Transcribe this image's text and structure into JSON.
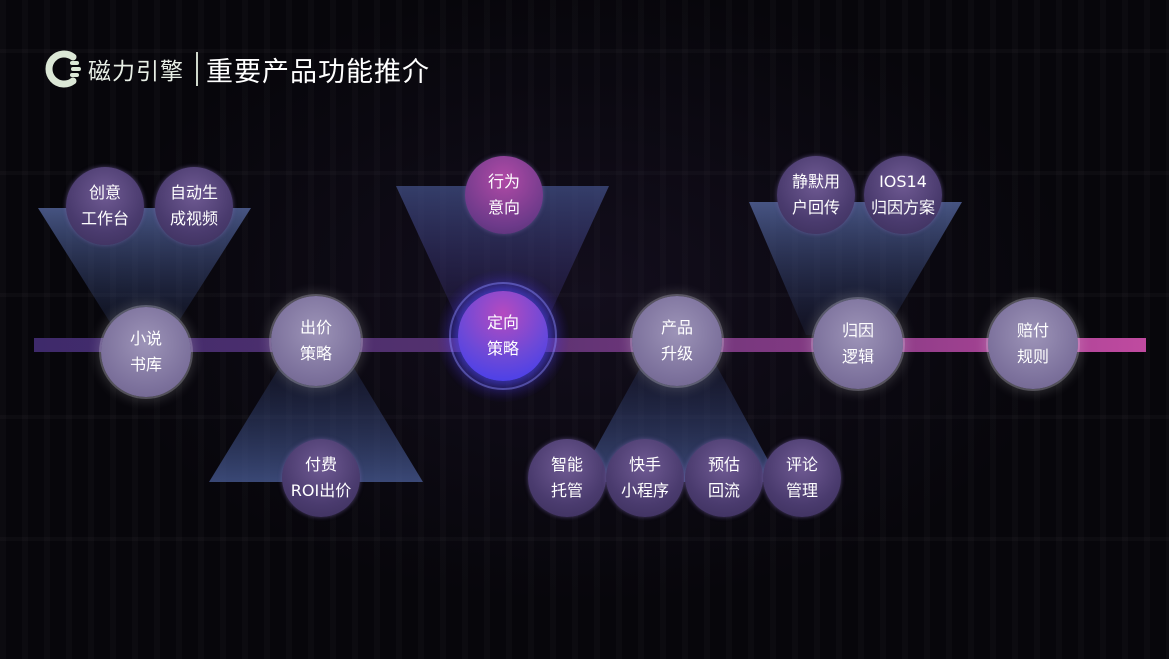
{
  "header": {
    "brand": "磁力引擎",
    "title": "重要产品功能推介",
    "logo_icon": "magnet-c-logo-icon",
    "logo_color": "#dbe7d6"
  },
  "colors": {
    "timeline_start": "#3e2a6b",
    "timeline_end": "#c04aa0",
    "node_main": "#7c719c",
    "node_sub": "#4a3b6e",
    "center_node": "#3b3cf0"
  },
  "groups": [
    {
      "main": {
        "lines": [
          "小说",
          "书库"
        ]
      },
      "subs": [
        {
          "lines": [
            "创意",
            "工作台"
          ]
        },
        {
          "lines": [
            "自动生",
            "成视频"
          ]
        }
      ]
    },
    {
      "main": {
        "lines": [
          "出价",
          "策略"
        ]
      },
      "subs": [
        {
          "lines": [
            "付费",
            "ROI出价"
          ]
        }
      ]
    },
    {
      "main": {
        "lines": [
          "定向",
          "策略"
        ]
      },
      "subs": [
        {
          "lines": [
            "行为",
            "意向"
          ]
        }
      ]
    },
    {
      "main": {
        "lines": [
          "产品",
          "升级"
        ]
      },
      "subs": [
        {
          "lines": [
            "智能",
            "托管"
          ]
        },
        {
          "lines": [
            "快手",
            "小程序"
          ]
        },
        {
          "lines": [
            "预估",
            "回流"
          ]
        },
        {
          "lines": [
            "评论",
            "管理"
          ]
        }
      ]
    },
    {
      "main": {
        "lines": [
          "归因",
          "逻辑"
        ]
      },
      "subs": [
        {
          "lines": [
            "静默用",
            "户回传"
          ]
        },
        {
          "lines": [
            "IOS14",
            "归因方案"
          ]
        }
      ]
    },
    {
      "main": {
        "lines": [
          "赔付",
          "规则"
        ]
      },
      "subs": []
    }
  ]
}
